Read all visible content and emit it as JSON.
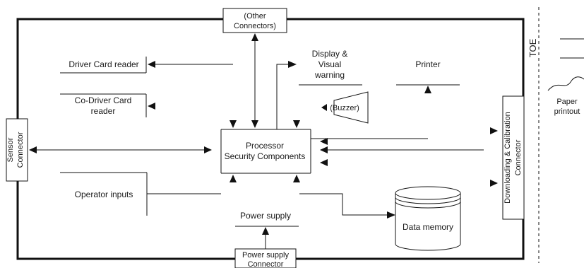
{
  "labels": {
    "other_connectors_line1": "(Other",
    "other_connectors_line2": "Connectors)",
    "toe": "TOE",
    "driver_card_reader": "Driver Card reader",
    "codriver_line1": "Co-Driver Card",
    "codriver_line2": "reader",
    "display_line1": "Display &",
    "display_line2": "Visual",
    "display_line3": "warning",
    "buzzer": "(Buzzer)",
    "printer": "Printer",
    "processor_line1": "Processor",
    "processor_line2": "Security Components",
    "sensor_line1": "Sensor",
    "sensor_line2": "Connector",
    "operator_inputs": "Operator inputs",
    "power_supply": "Power supply",
    "power_connector_line1": "Power supply",
    "power_connector_line2": "Connector",
    "data_memory": "Data memory",
    "downloading_line1": "Downloading & Calibration",
    "downloading_line2": "Connector",
    "paper_line1": "Paper",
    "paper_line2": "printout"
  }
}
